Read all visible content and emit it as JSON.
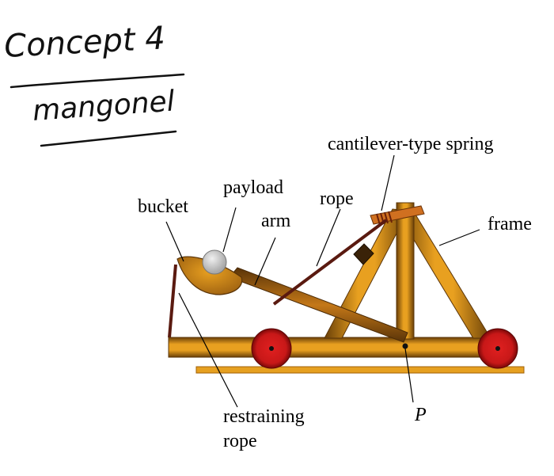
{
  "heading": {
    "line1": "Concept 4",
    "line2": "mangonel"
  },
  "labels": {
    "spring": "cantilever-type spring",
    "payload": "payload",
    "bucket": "bucket",
    "rope": "rope",
    "arm": "arm",
    "frame": "frame",
    "restraining_line1": "restraining",
    "restraining_line2": "rope",
    "pivot": "P"
  },
  "colors": {
    "wood_light": "#e8a020",
    "wood_dark": "#8a5a10",
    "arm": "#a86010",
    "spring": "#d07020",
    "wheel": "#c81818",
    "wheel_dark": "#7a0808",
    "rope": "#5a1a10",
    "payload": "#c8c8c8",
    "ground": "#e6a020"
  }
}
